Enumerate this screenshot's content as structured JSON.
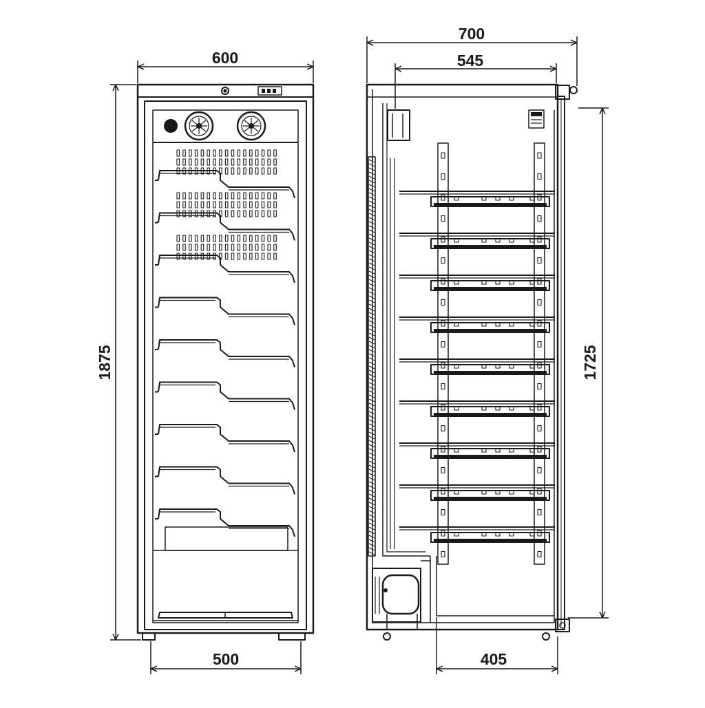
{
  "drawing": {
    "front_view": {
      "width_dimension": "600",
      "inner_width_dimension": "500",
      "height_dimension": "1875",
      "shelf_count": 9
    },
    "side_view": {
      "depth_dimension": "700",
      "inner_depth_dimension": "545",
      "shelf_depth_dimension": "405",
      "inner_height_dimension": "1725",
      "shelf_count": 9
    }
  }
}
